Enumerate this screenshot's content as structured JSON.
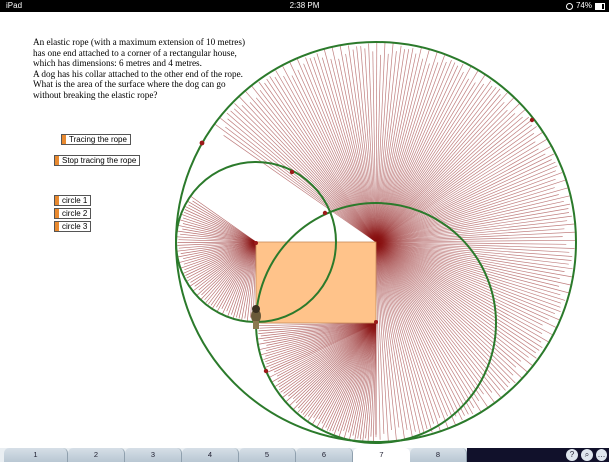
{
  "status_bar": {
    "device": "iPad",
    "time": "2:38 PM",
    "battery": "74%"
  },
  "problem": {
    "lines": [
      "An elastic rope (with a maximum extension of 10 metres)",
      "has one end attached to a corner of a rectangular house,",
      "which has dimensions: 6 metres and 4 metres.",
      "A dog has his collar attached to the other end of the rope.",
      "What is the area of the surface where the dog can go",
      "without breaking the elastic rope?"
    ]
  },
  "buttons": {
    "tracing": "Tracing the rope",
    "stop_tracing": "Stop tracing the rope",
    "circle1": "circle 1",
    "circle2": "circle 2",
    "circle3": "circle 3"
  },
  "colors": {
    "rope": "#8b1414",
    "circle": "#2b7a2b",
    "house": "#ffc38a",
    "button_accent": "#e8892f"
  },
  "tabs": {
    "items": [
      "1",
      "2",
      "3",
      "4",
      "5",
      "6",
      "7",
      "8"
    ],
    "active_index": 6
  },
  "toolbar_icons": [
    "help-icon",
    "search-icon",
    "chat-icon"
  ],
  "toolbar_glyphs": {
    "help": "?",
    "search": "⌕",
    "chat": "…"
  }
}
